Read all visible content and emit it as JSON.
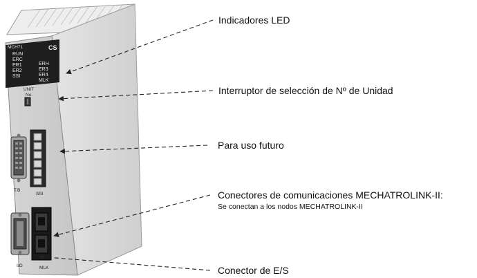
{
  "module": {
    "model": "MCH71",
    "brand": "CS",
    "leds_left": [
      "RUN",
      "ERC",
      "ER1",
      "ER2",
      "SSI"
    ],
    "leds_right": [
      "ERH",
      "ER3",
      "ER4",
      "MLK"
    ],
    "switch_label_1": "UNIT",
    "switch_label_2": "No.",
    "port_tb": "T.B.",
    "port_ssi": "SSI",
    "port_io": "I/O",
    "port_mlk": "MLK"
  },
  "callouts": {
    "leds": "Indicadores LED",
    "unit_switch": "Interruptor de selección de Nº de Unidad",
    "future_use": "Para uso futuro",
    "mechatrolink": "Conectores de comunicaciones MECHATROLINK-II:",
    "mechatrolink_sub": "Se conectan a los nodos MECHATROLINK-II",
    "io_connector": "Conector de E/S"
  }
}
